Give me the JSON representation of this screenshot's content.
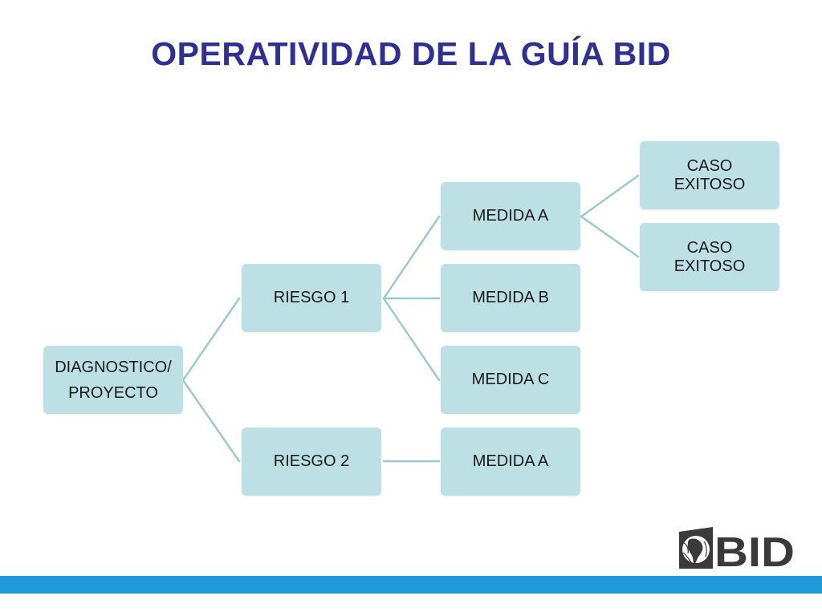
{
  "title": "OPERATIVIDAD DE LA GUÍA BID",
  "nodes": {
    "root": {
      "line1": "DIAGNOSTICO/",
      "line2": "PROYECTO"
    },
    "riesgo1": "RIESGO 1",
    "riesgo2": "RIESGO 2",
    "medida_a": "MEDIDA A",
    "medida_b": "MEDIDA B",
    "medida_c": "MEDIDA C",
    "medida_a2": "MEDIDA A",
    "caso1": {
      "line1": "CASO",
      "line2": "EXITOSO"
    },
    "caso2": {
      "line1": "CASO",
      "line2": "EXITOSO"
    }
  },
  "logo": {
    "text": "BID"
  },
  "colors": {
    "title": "#2e3192",
    "node_fill": "#bde0e4",
    "connector": "#9cc9d0",
    "bottom_bar": "#1f9ad6",
    "logo": "#3a3a3a"
  }
}
